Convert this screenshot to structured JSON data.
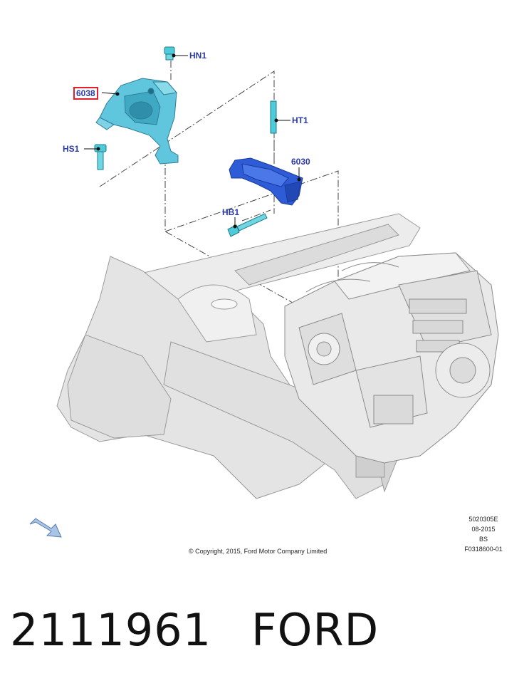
{
  "callouts": {
    "hn1": "HN1",
    "part_6038": "6038",
    "hs1": "HS1",
    "ht1": "HT1",
    "part_6030": "6030",
    "hb1": "HB1"
  },
  "footer": {
    "copyright": "© Copyright, 2015, Ford Motor Company Limited",
    "code_line1": "5020305E",
    "code_line2": "08-2015",
    "code_line3": "BS",
    "code_line4": "F0318600-01"
  },
  "caption": {
    "part_number": "2111961",
    "brand": "FORD"
  },
  "colors": {
    "callout_text": "#2a3aa8",
    "highlight_box": "#e0202a",
    "mount_part": "#5fc6de",
    "bracket_part": "#2e5cd6",
    "fastener": "#4fcad8",
    "body_gray": "#e6e6e6",
    "outline": "#9a9a9a"
  },
  "icons": {
    "orientation_arrow": "direction-arrow-icon"
  }
}
